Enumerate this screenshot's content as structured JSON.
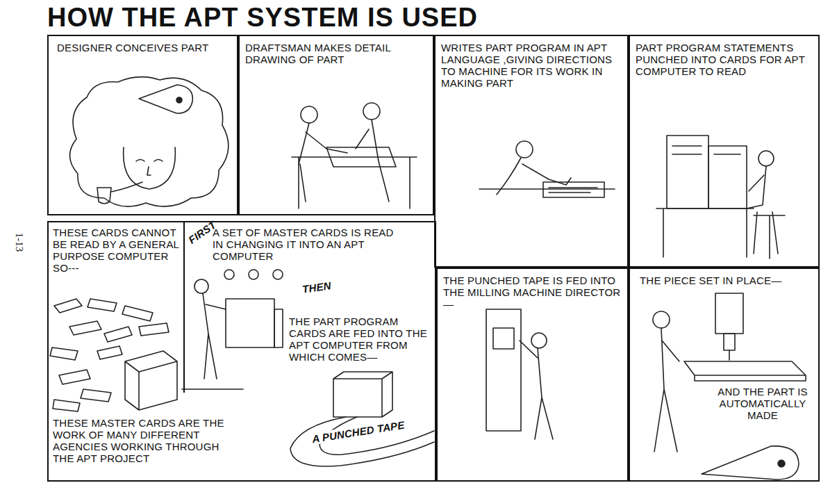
{
  "diagram": {
    "title": "HOW THE APT SYSTEM IS USED",
    "nodes": [
      {
        "text": [
          "DESIGNER CONCEIVES PART"
        ]
      },
      {
        "text": [
          "DRAFTSMAN MAKES DETAIL DRAWING OF PART"
        ]
      },
      {
        "text": [
          "WRITES PART PROGRAM IN APT LANGUAGE ,GIVING DIRECTIONS TO MACHINE FOR ITS WORK IN MAKING PART"
        ]
      },
      {
        "text": [
          "PART PROGRAM STATEMENTS PUNCHED INTO CARDS FOR APT COMPUTER TO READ"
        ]
      },
      {
        "text": [
          "THESE CARDS CANNOT BE READ BY A GENERAL PURPOSE COMPUTER SO---",
          "THESE MASTER CARDS ARE THE WORK OF MANY DIFFERENT AGENCIES WORKING THROUGH THE APT PROJECT",
          "A PUNCHED TAPE"
        ]
      },
      {
        "text": [
          "FIRST",
          "A SET OF MASTER CARDS IS READ IN CHANGING IT INTO AN APT COMPUTER",
          "THEN",
          "THE PART PROGRAM CARDS ARE FED INTO THE APT COMPUTER FROM WHICH COMES—"
        ],
        "in": 4
      },
      {
        "text": [
          "THE PUNCHED TAPE IS FED INTO THE MILLING MACHINE DIRECTOR—"
        ]
      },
      {
        "text": [
          "THE PIECE SET IN PLACE—",
          "AND THE PART IS AUTOMATICALLY MADE"
        ]
      }
    ],
    "labels": [
      "1-13"
    ]
  }
}
